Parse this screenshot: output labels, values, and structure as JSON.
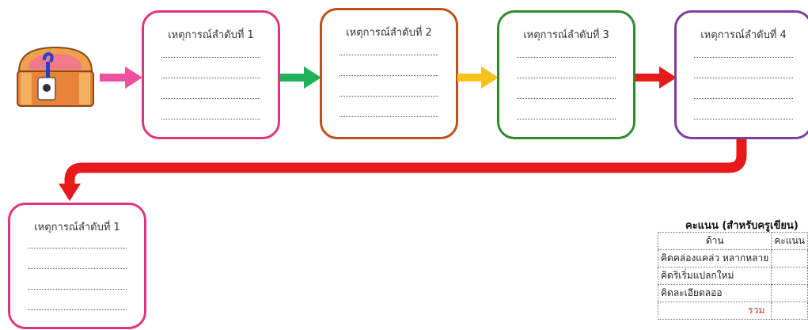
{
  "events": [
    {
      "title": "เหตุการณ์ลำดับที่ 1",
      "color": "#e0357e"
    },
    {
      "title": "เหตุการณ์ลำดับที่ 2",
      "color": "#c0501a"
    },
    {
      "title": "เหตุการณ์ลำดับที่ 3",
      "color": "#2e8b2e"
    },
    {
      "title": "เหตุการณ์ลำดับที่ 4",
      "color": "#7b3fa0"
    },
    {
      "title": "เหตุการณ์ลำดับที่ 1",
      "color": "#e0357e"
    }
  ],
  "arrows": {
    "pink": "#f050a0",
    "green": "#1fb25a",
    "yellow": "#f7c21a",
    "red": "#e8191a"
  },
  "icons": {
    "chest": "treasure-chest-icon"
  },
  "score": {
    "title": "คะแนน (สำหรับครูเขียน)",
    "headers": [
      "ด้าน",
      "คะแนน"
    ],
    "rows": [
      {
        "label": "คิดคล่องแคล่ว หลากหลาย",
        "value": ""
      },
      {
        "label": "คิดริเริ่มแปลกใหม่",
        "value": ""
      },
      {
        "label": "คิดละเอียดลออ",
        "value": ""
      }
    ],
    "total_label": "รวม"
  }
}
